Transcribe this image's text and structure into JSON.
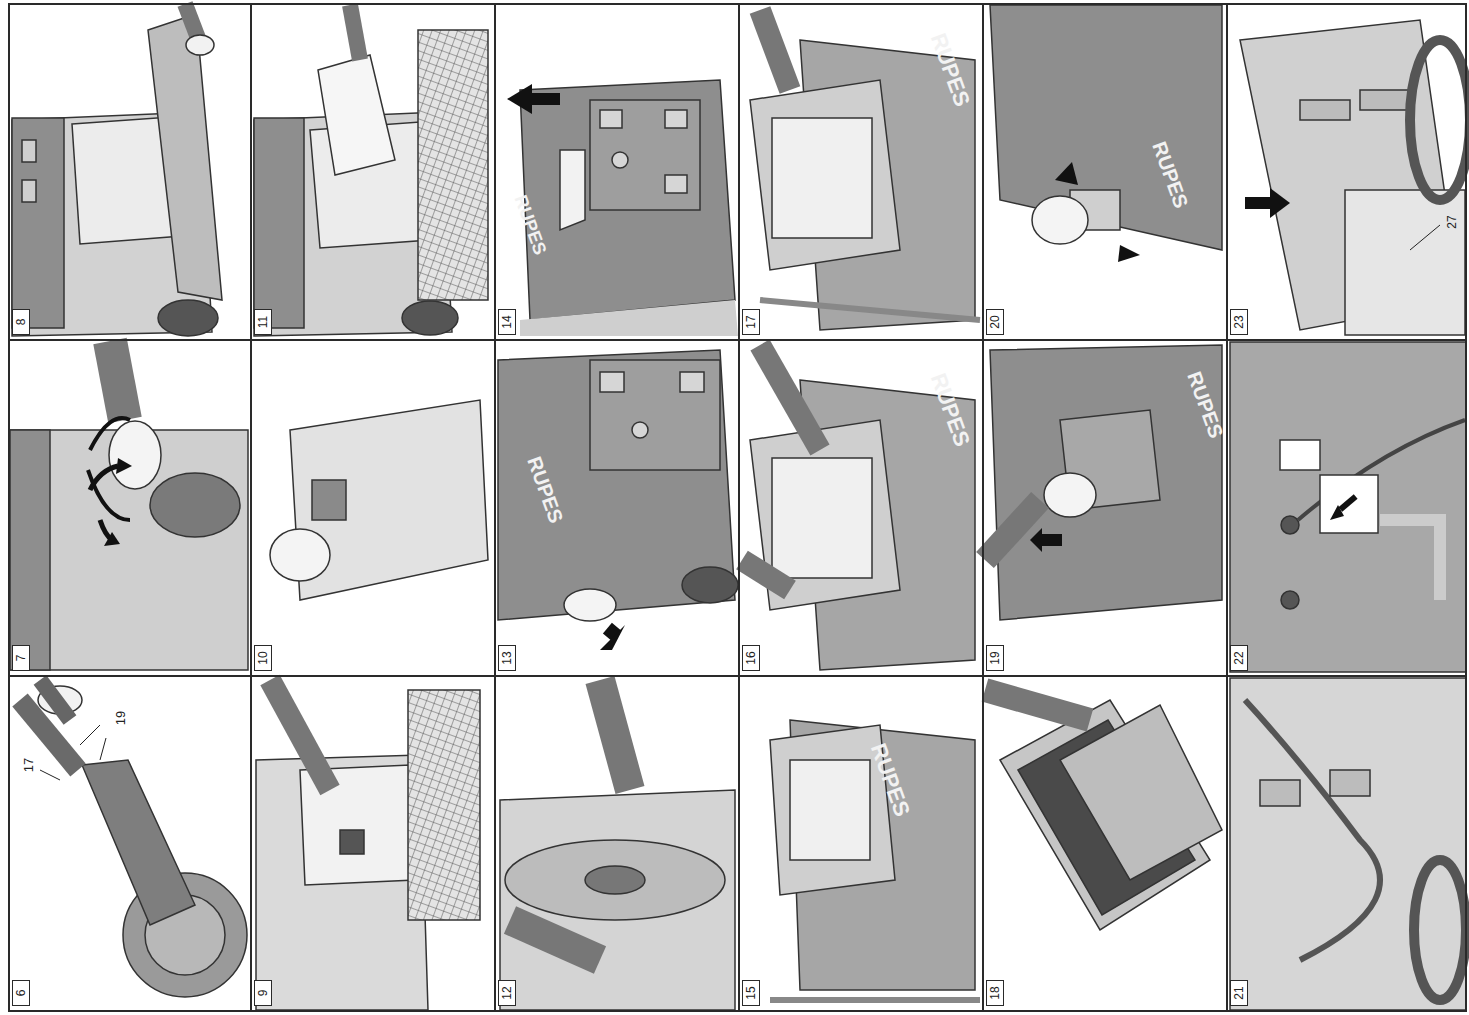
{
  "diagram": {
    "nodes": [
      {
        "text": [
          "6"
        ]
      },
      {
        "text": [
          "7"
        ]
      },
      {
        "text": [
          "8"
        ]
      },
      {
        "text": [
          "9"
        ]
      },
      {
        "text": [
          "10"
        ]
      },
      {
        "text": [
          "11"
        ]
      },
      {
        "text": [
          "12"
        ]
      },
      {
        "text": [
          "13"
        ]
      },
      {
        "text": [
          "14"
        ]
      },
      {
        "text": [
          "15"
        ]
      },
      {
        "text": [
          "16"
        ]
      },
      {
        "text": [
          "17"
        ]
      },
      {
        "text": [
          "18"
        ]
      },
      {
        "text": [
          "19"
        ]
      },
      {
        "text": [
          "20"
        ]
      },
      {
        "text": [
          "21"
        ]
      },
      {
        "text": [
          "22"
        ]
      },
      {
        "text": [
          "23"
        ]
      }
    ],
    "labels": [
      "19",
      "17",
      "27",
      "RUPES",
      "RUPES",
      "RUPES",
      "RUPES",
      "RUPES",
      "RUPES",
      "RUPES"
    ]
  }
}
